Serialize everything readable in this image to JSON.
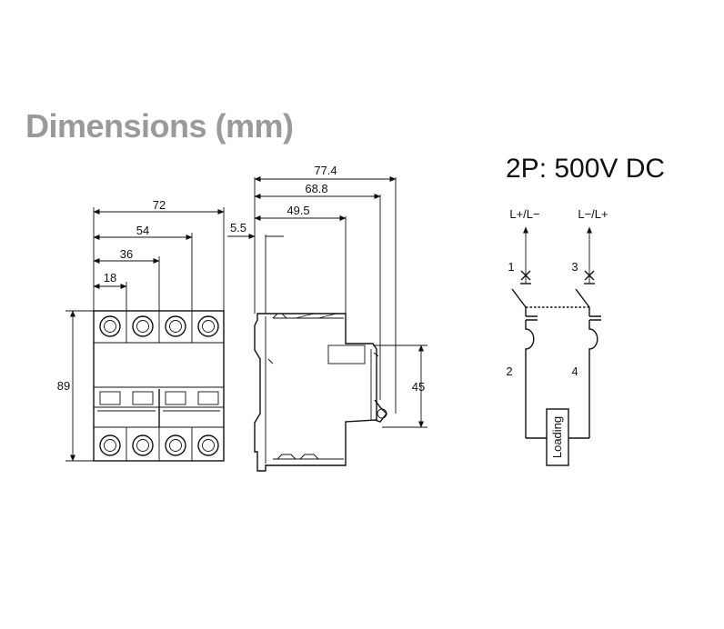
{
  "title": "Dimensions (mm)",
  "front_view": {
    "width_total": "72",
    "dim_54": "54",
    "dim_36": "36",
    "dim_18": "18",
    "height": "89"
  },
  "side_view": {
    "depth_total": "77.4",
    "dim_68_8": "68.8",
    "dim_49_5": "49.5",
    "dim_5_5": "5.5",
    "dim_45": "45"
  },
  "wiring": {
    "rating": "2P: 500V DC",
    "left_polarity": "L+/L−",
    "right_polarity": "L−/L+",
    "terminal_1": "1",
    "terminal_3": "3",
    "terminal_2": "2",
    "terminal_4": "4",
    "load_label": "Loading"
  }
}
